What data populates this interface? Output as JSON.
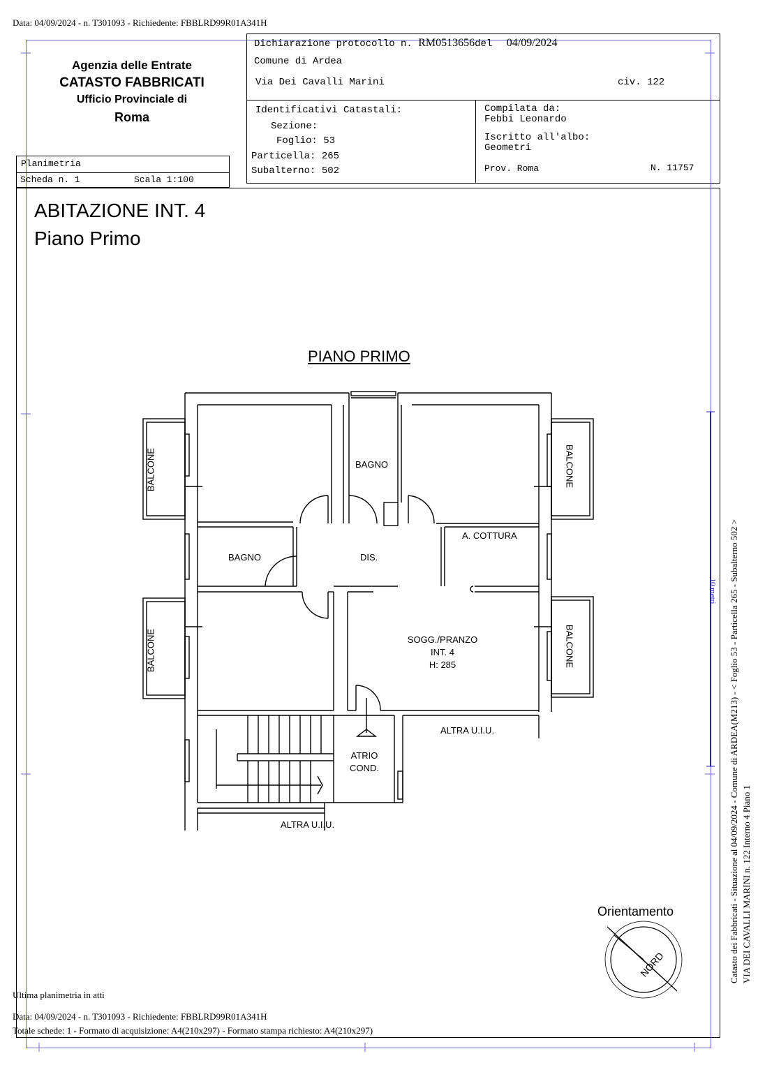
{
  "top_line": "Data: 04/09/2024 - n. T301093 - Richiedente: FBBLRD99R01A341H",
  "agency": {
    "line1": "Agenzia delle Entrate",
    "line2": "CATASTO FABBRICATI",
    "line3": "Ufficio Provinciale di",
    "line4": "Roma"
  },
  "header": {
    "decl_prefix": "Dichiarazione protocollo n.",
    "decl_number": "RM0513656",
    "decl_del": "del",
    "decl_date": "04/09/2024",
    "comune": "Comune di Ardea",
    "via": "Via Dei Cavalli Marini",
    "civ": "civ. 122"
  },
  "identificativi": {
    "title": "Identificativi Catastali:",
    "sezione": "Sezione:",
    "foglio": "Foglio: 53",
    "particella": "Particella: 265",
    "subalterno": "Subalterno: 502"
  },
  "compilata": {
    "label": "Compilata da:",
    "name": "Febbi Leonardo",
    "albo_label": "Iscritto all'albo:",
    "albo": "Geometri",
    "prov": "Prov. Roma",
    "num": "N. 11757"
  },
  "scheda": {
    "title": "Planimetria",
    "scheda": "Scheda n. 1",
    "scala": "Scala 1:100"
  },
  "plan": {
    "title1": "ABITAZIONE INT. 4",
    "title2": "Piano Primo",
    "floor_heading": "PIANO PRIMO",
    "rooms": {
      "balcone_1": "BALCONE",
      "balcone_2": "BALCONE",
      "balcone_3": "BALCONE",
      "balcone_4": "BALCONE",
      "bagno_top": "BAGNO",
      "bagno_left": "BAGNO",
      "dis": "DIS.",
      "cottura": "A. COTTURA",
      "sogg1": "SOGG./PRANZO",
      "sogg2": "INT. 4",
      "sogg3": "H: 285",
      "altra_1": "ALTRA U.I.U.",
      "altra_2": "ALTRA U.I.U.",
      "atrio1": "ATRIO",
      "atrio2": "COND."
    },
    "orientation": "Orientamento",
    "nord": "NORD"
  },
  "side": {
    "line1": "Catasto dei Fabbricati - Situazione al 04/09/2024 - Comune di ARDEA(M213) - < Foglio 53 - Particella 265 - Subalterno 502 >",
    "line2": "VIA DEI CAVALLI MARINI n. 122 Interno 4 Piano 1",
    "scale_mark": "10 metri"
  },
  "footer": {
    "ultima": "Ultima planimetria in atti",
    "data": "Data: 04/09/2024 - n. T301093 - Richiedente: FBBLRD99R01A341H",
    "totale": "Totale schede: 1 - Formato di acquisizione: A4(210x297) - Formato stampa richiesto: A4(210x297)"
  }
}
